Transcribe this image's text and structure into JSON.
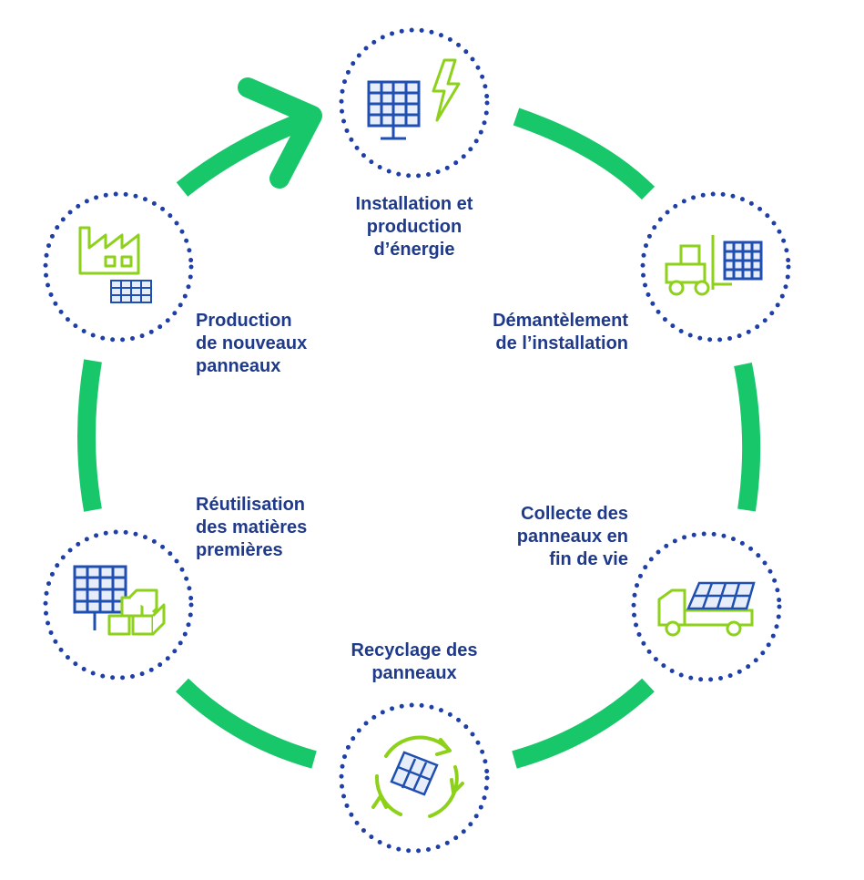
{
  "colors": {
    "cycle_green": "#17c76a",
    "icon_lime": "#8dd11a",
    "icon_blue": "#1f4fb0",
    "dot_blue": "#1f3fa8",
    "text_navy": "#1f3a8a"
  },
  "stages": [
    {
      "id": "installation",
      "icon": "solar-panel-lightning-icon",
      "lines": [
        "Installation et",
        "production",
        "d’énergie"
      ]
    },
    {
      "id": "dismantling",
      "icon": "forklift-solar-panel-icon",
      "lines": [
        "Démantèlement",
        "de l’installation"
      ]
    },
    {
      "id": "collection",
      "icon": "truck-solar-panels-icon",
      "lines": [
        "Collecte des",
        "panneaux en",
        "fin de vie"
      ]
    },
    {
      "id": "recycling",
      "icon": "recycle-solar-panel-icon",
      "lines": [
        "Recyclage des",
        "panneaux"
      ]
    },
    {
      "id": "reuse",
      "icon": "solar-panel-materials-icon",
      "lines": [
        "Réutilisation",
        "des matières",
        "premières"
      ]
    },
    {
      "id": "production",
      "icon": "factory-solar-panels-icon",
      "lines": [
        "Production",
        "de nouveaux",
        "panneaux"
      ]
    }
  ]
}
